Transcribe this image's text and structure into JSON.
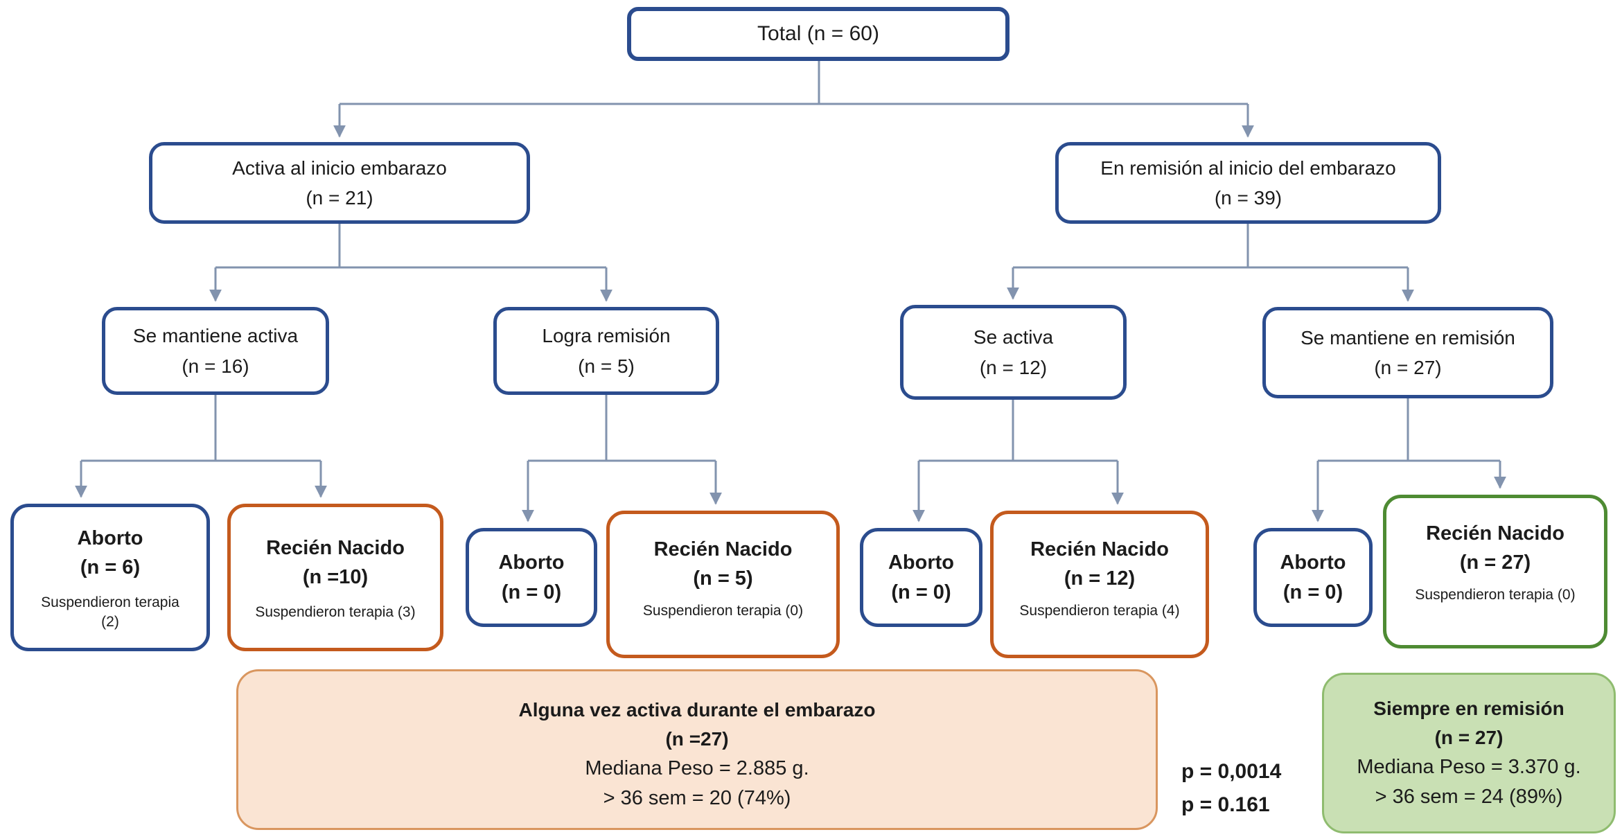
{
  "colors": {
    "blue_border": "#2b4c8e",
    "orange_border": "#c45a1d",
    "green_border": "#4e8b33",
    "connector": "#8293ae",
    "panel_orange_fill": "#fae4d3",
    "panel_orange_border": "#d9965f",
    "panel_green_fill": "#c9e0b4",
    "panel_green_border": "#8fbc6f",
    "text": "#1b1b1b"
  },
  "tree": {
    "total": {
      "label": "Total (n = 60)"
    },
    "level2": [
      {
        "line1": "Activa al inicio embarazo",
        "line2": "(n = 21)"
      },
      {
        "line1": "En remisión al inicio del embarazo",
        "line2": "(n = 39)"
      }
    ],
    "level3": [
      {
        "line1": "Se mantiene activa",
        "line2": "(n = 16)"
      },
      {
        "line1": "Logra remisión",
        "line2": "(n = 5)"
      },
      {
        "line1": "Se activa",
        "line2": "(n = 12)"
      },
      {
        "line1": "Se mantiene en remisión",
        "line2": "(n = 27)"
      }
    ],
    "leaves": [
      {
        "title": "Aborto",
        "n": "(n = 6)",
        "note1": "Suspendieron terapia",
        "note2": "(2)"
      },
      {
        "title": "Recién Nacido",
        "n": "(n =10)",
        "note1": "Suspendieron terapia (3)"
      },
      {
        "title": "Aborto",
        "n": "(n = 0)"
      },
      {
        "title": "Recién Nacido",
        "n": "(n = 5)",
        "note1": "Suspendieron terapia (0)"
      },
      {
        "title": "Aborto",
        "n": "(n = 0)"
      },
      {
        "title": "Recién Nacido",
        "n": "(n = 12)",
        "note1": "Suspendieron terapia (4)"
      },
      {
        "title": "Aborto",
        "n": "(n = 0)"
      },
      {
        "title": "Recién Nacido",
        "n": "(n = 27)",
        "note1": "Suspendieron terapia (0)"
      }
    ]
  },
  "summary": {
    "ever_active": {
      "line1": "Alguna vez activa durante el embarazo",
      "line2": "(n =27)",
      "line3": "Mediana Peso = 2.885 g.",
      "line4": "> 36 sem = 20 (74%)"
    },
    "p_values": [
      "p = 0,0014",
      "p = 0.161"
    ],
    "always_remission": {
      "line1": "Siempre en remisión",
      "line2": "(n = 27)",
      "line3": "Mediana Peso = 3.370 g.",
      "line4": "> 36 sem = 24 (89%)"
    }
  }
}
